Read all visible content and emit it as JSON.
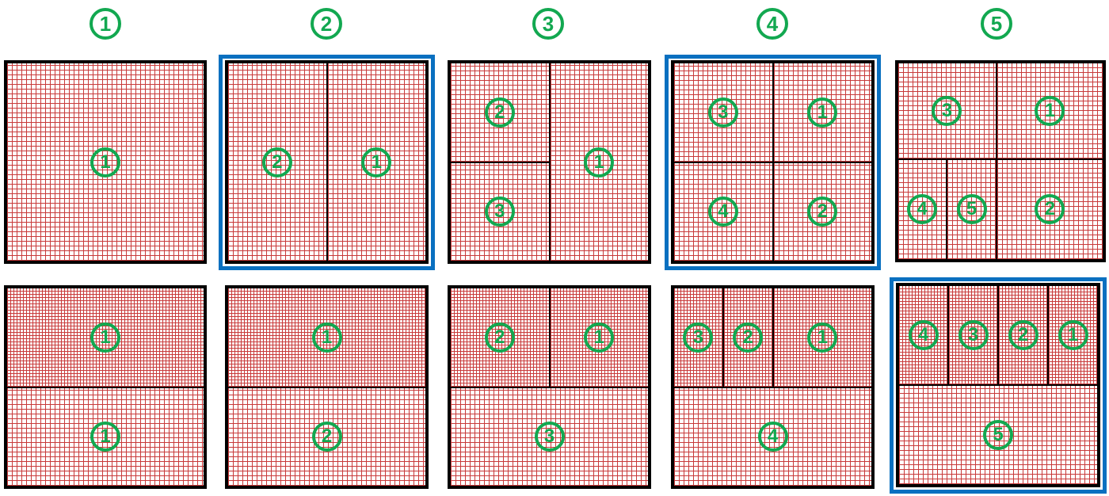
{
  "headers": [
    "1",
    "2",
    "3",
    "4",
    "5"
  ],
  "colors": {
    "label_green": "#12a850",
    "highlight_blue": "#0a70c0",
    "grid_red": "#c83a3a"
  },
  "panels": [
    {
      "regions": [
        {
          "label": "1"
        }
      ]
    },
    {
      "regions": [
        {
          "label": "2"
        },
        {
          "label": "1"
        }
      ]
    },
    {
      "regions": [
        {
          "label": "2"
        },
        {
          "label": "3"
        },
        {
          "label": "1"
        }
      ]
    },
    {
      "regions": [
        {
          "label": "3"
        },
        {
          "label": "1"
        },
        {
          "label": "4"
        },
        {
          "label": "2"
        }
      ]
    },
    {
      "regions": [
        {
          "label": "3"
        },
        {
          "label": "1"
        },
        {
          "label": "4"
        },
        {
          "label": "5"
        },
        {
          "label": "2"
        }
      ]
    },
    {
      "regions": [
        {
          "label": "1"
        },
        {
          "label": "1"
        }
      ]
    },
    {
      "regions": [
        {
          "label": "1"
        },
        {
          "label": "2"
        }
      ]
    },
    {
      "regions": [
        {
          "label": "2"
        },
        {
          "label": "1"
        },
        {
          "label": "3"
        }
      ]
    },
    {
      "regions": [
        {
          "label": "3"
        },
        {
          "label": "2"
        },
        {
          "label": "1"
        },
        {
          "label": "4"
        }
      ]
    },
    {
      "regions": [
        {
          "label": "4"
        },
        {
          "label": "3"
        },
        {
          "label": "2"
        },
        {
          "label": "1"
        },
        {
          "label": "5"
        }
      ]
    }
  ]
}
